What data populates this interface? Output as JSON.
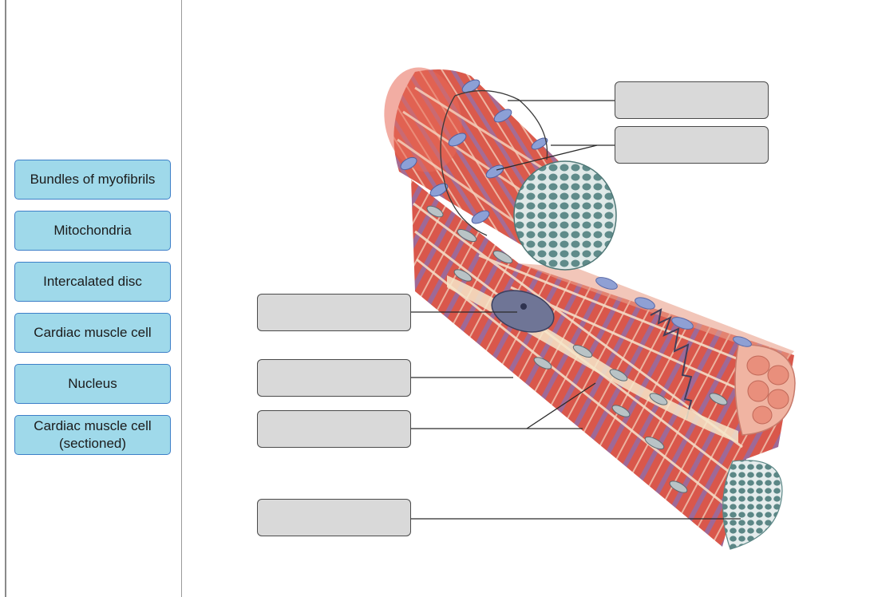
{
  "word_bank": {
    "items": [
      {
        "label": "Bundles of myofibrils"
      },
      {
        "label": "Mitochondria"
      },
      {
        "label": "Intercalated disc"
      },
      {
        "label": "Cardiac muscle cell"
      },
      {
        "label": "Nucleus"
      },
      {
        "label": "Cardiac muscle cell\n(sectioned)"
      }
    ]
  },
  "colors": {
    "chip_fill": "#9fd9ea",
    "chip_border": "#3d7fc8",
    "drop_zone_fill": "#d9d9d9",
    "muscle_red": "#d9534a",
    "striation_purple": "#8a6fb0",
    "bundle_teal": "#5f8b8a"
  }
}
